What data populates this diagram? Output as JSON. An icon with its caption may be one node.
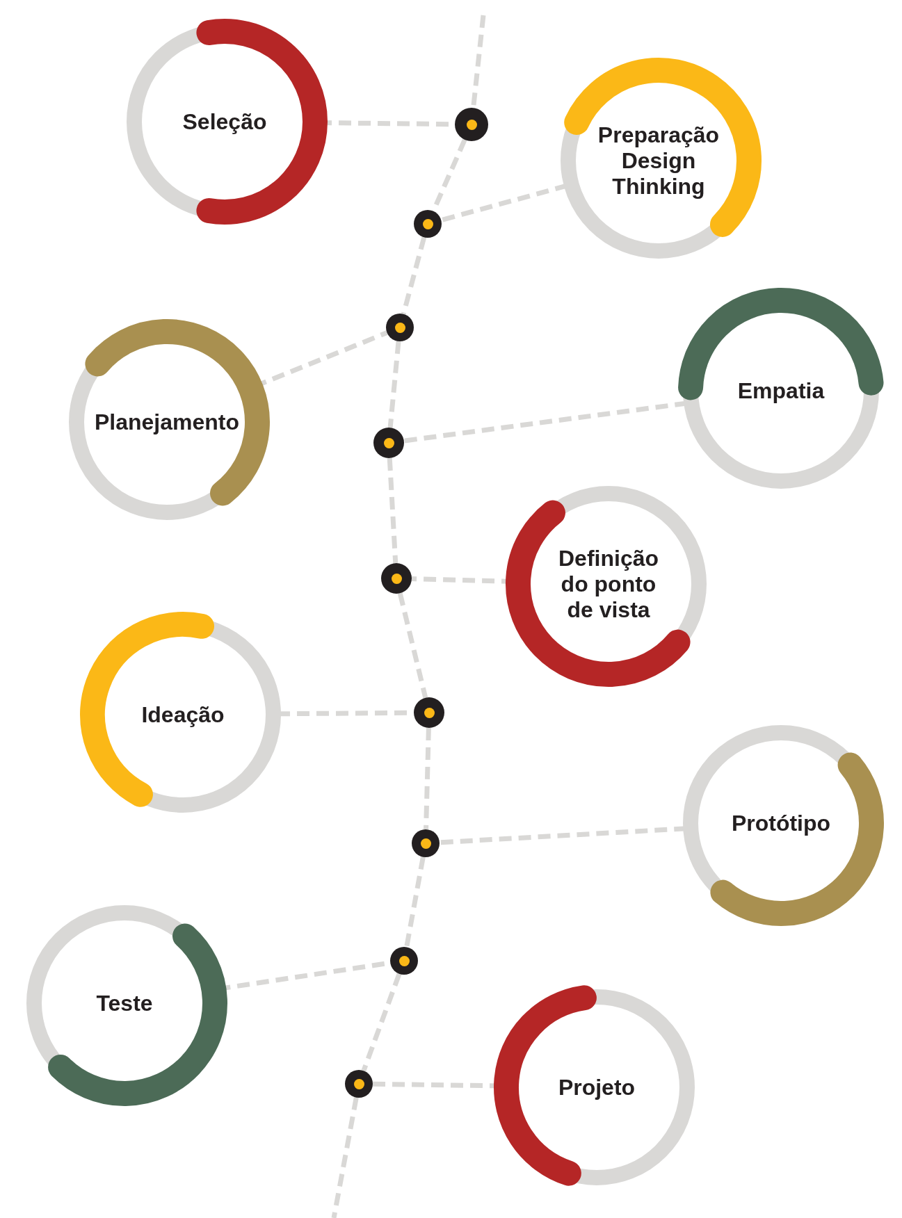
{
  "diagram": {
    "nodes": [
      {
        "text": [
          "Seleção"
        ]
      },
      {
        "text": [
          "Preparação Design Thinking"
        ]
      },
      {
        "text": [
          "Planejamento"
        ]
      },
      {
        "text": [
          "Empatia"
        ]
      },
      {
        "text": [
          "Definição do ponto de vista"
        ]
      },
      {
        "text": [
          "Ideação"
        ]
      },
      {
        "text": [
          "Protótipo"
        ]
      },
      {
        "text": [
          "Teste"
        ]
      },
      {
        "text": [
          "Projeto"
        ]
      },
      {
        "text": [],
        "shape": "circle"
      },
      {
        "text": [],
        "shape": "circle"
      },
      {
        "text": [],
        "shape": "circle"
      },
      {
        "text": [],
        "shape": "circle"
      },
      {
        "text": [],
        "shape": "circle"
      },
      {
        "text": [],
        "shape": "circle"
      },
      {
        "text": [],
        "shape": "circle"
      },
      {
        "text": [],
        "shape": "circle"
      },
      {
        "text": [],
        "shape": "circle"
      }
    ],
    "edges": [
      {
        "from": 0,
        "to": 9,
        "arrow": "none",
        "style": "dashed"
      },
      {
        "from": 1,
        "to": 10,
        "arrow": "none",
        "style": "dashed"
      },
      {
        "from": 2,
        "to": 11,
        "arrow": "none",
        "style": "dashed"
      },
      {
        "from": 3,
        "to": 12,
        "arrow": "none",
        "style": "dashed"
      },
      {
        "from": 4,
        "to": 13,
        "arrow": "none",
        "style": "dashed"
      },
      {
        "from": 5,
        "to": 14,
        "arrow": "none",
        "style": "dashed"
      },
      {
        "from": 6,
        "to": 15,
        "arrow": "none",
        "style": "dashed"
      },
      {
        "from": 7,
        "to": 16,
        "arrow": "none",
        "style": "dashed"
      },
      {
        "from": 8,
        "to": 17,
        "arrow": "none",
        "style": "dashed"
      },
      {
        "from": null,
        "to": 9,
        "arrow": "none",
        "style": "dashed"
      },
      {
        "from": 9,
        "to": 10,
        "arrow": "none",
        "style": "dashed"
      },
      {
        "from": 10,
        "to": 11,
        "arrow": "none",
        "style": "dashed"
      },
      {
        "from": 11,
        "to": 12,
        "arrow": "none",
        "style": "dashed"
      },
      {
        "from": 12,
        "to": 13,
        "arrow": "none",
        "style": "dashed"
      },
      {
        "from": 13,
        "to": 14,
        "arrow": "none",
        "style": "dashed"
      },
      {
        "from": 14,
        "to": 15,
        "arrow": "none",
        "style": "dashed"
      },
      {
        "from": 15,
        "to": 16,
        "arrow": "none",
        "style": "dashed"
      },
      {
        "from": 16,
        "to": 17,
        "arrow": "none",
        "style": "dashed"
      },
      {
        "from": 17,
        "to": null,
        "arrow": "none",
        "style": "dashed"
      }
    ]
  }
}
